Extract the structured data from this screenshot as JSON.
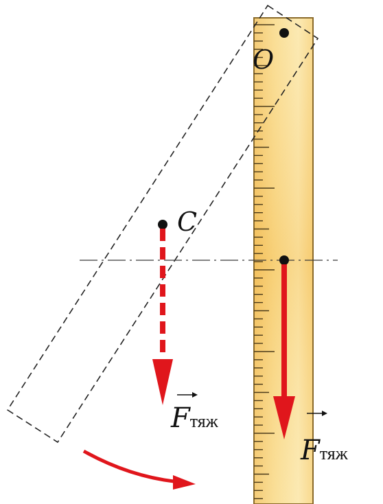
{
  "labels": {
    "pivot": "O",
    "center": "C",
    "force_symbol": "F",
    "force_subscript": "тяж"
  },
  "colors": {
    "force_arrow": "#e0161c",
    "ruler_light": "#fbe9a8",
    "ruler_dark": "#f5c864",
    "ruler_edge": "#8a6a2a",
    "tick": "#4a3a1a",
    "guide_line": "#3a3a3a"
  },
  "icons": {
    "pivot_point": "dot",
    "rotation_direction": "curved-arrow"
  }
}
